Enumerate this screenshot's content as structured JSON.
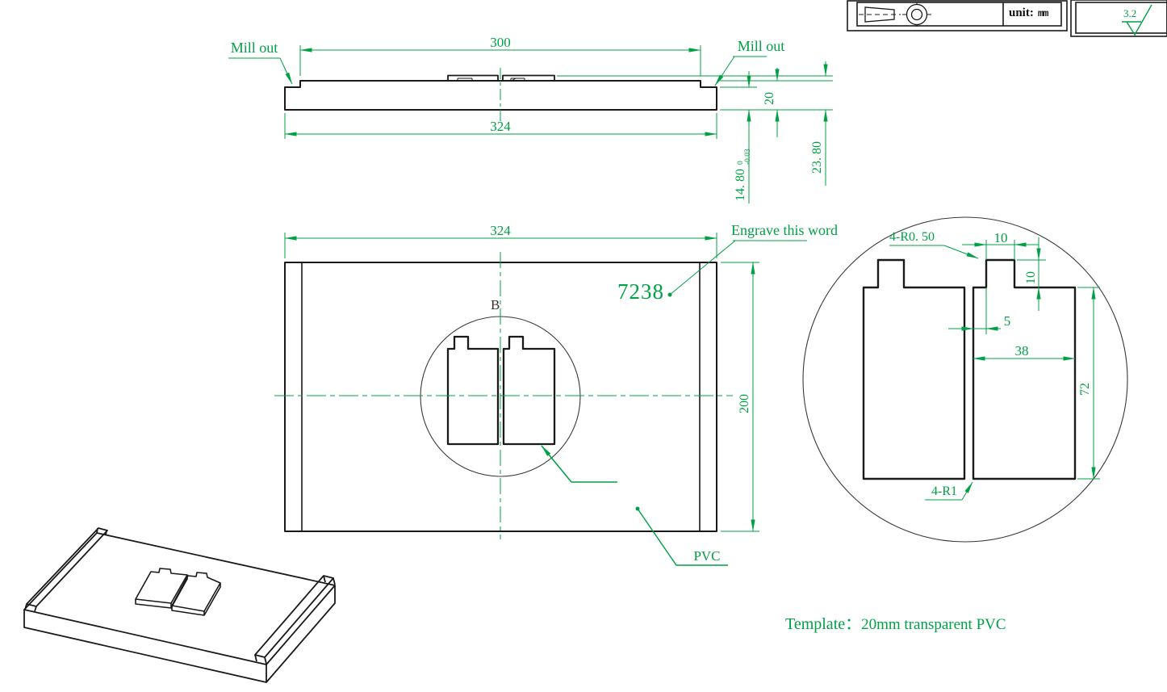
{
  "drawing": {
    "accent_color": "#00A146",
    "line_color": "#1a1a1a"
  },
  "title_block": {
    "unit_label": "unit:",
    "unit_value": "mm",
    "surface_finish": "3.2"
  },
  "side_view": {
    "mill_out_left": "Mill out",
    "mill_out_right": "Mill out",
    "dim_width_inner": "300",
    "dim_width_total": "324",
    "dim_step_height": "14. 80",
    "tolerance_upper": "0",
    "tolerance_lower": "-0.03",
    "dim_plate_height": "20",
    "dim_total_height": "23. 80"
  },
  "front_view": {
    "dim_width": "324",
    "dim_height": "200",
    "detail_label": "B",
    "engrave_note": "Engrave this word",
    "engrave_text": "7238",
    "material_label": "PVC"
  },
  "detail_view": {
    "dim_tab_radius": "4-R0. 50",
    "dim_tab_width": "10",
    "dim_tab_height": "10",
    "dim_tab_offset": "5",
    "dim_body_width": "38",
    "dim_body_height": "72",
    "dim_body_radius": "4-R1"
  },
  "note": {
    "label": "Template：",
    "value": "20mm transparent PVC"
  }
}
